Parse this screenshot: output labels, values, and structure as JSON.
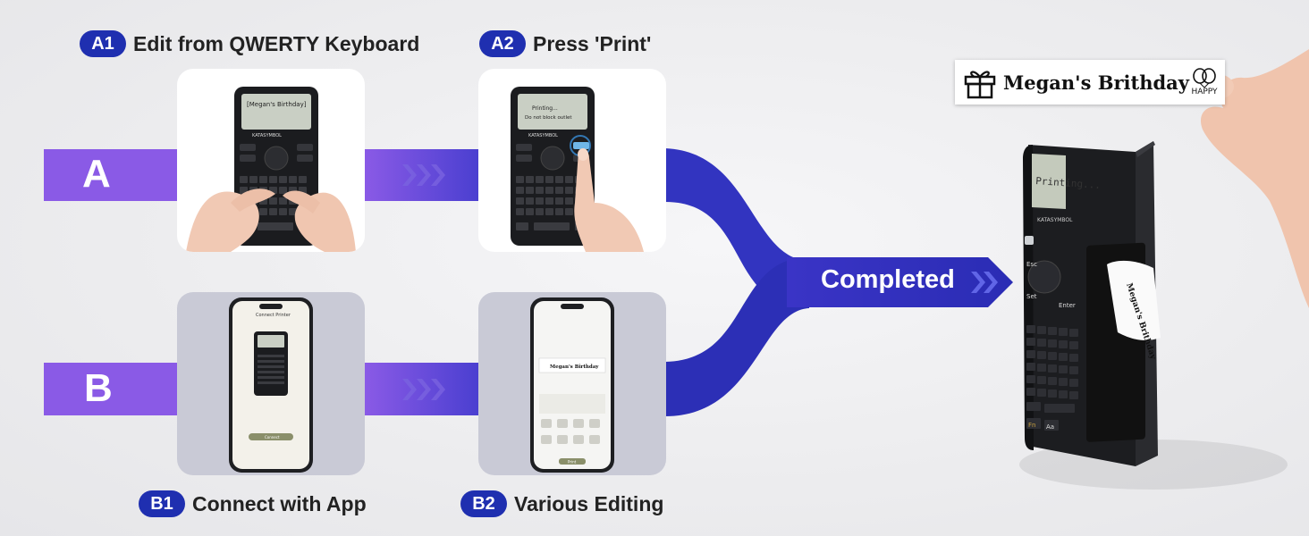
{
  "steps": {
    "a1": {
      "badge": "A1",
      "text": "Edit from QWERTY Keyboard"
    },
    "a2": {
      "badge": "A2",
      "text": "Press 'Print'"
    },
    "b1": {
      "badge": "B1",
      "text": "Connect with App"
    },
    "b2": {
      "badge": "B2",
      "text": "Various Editing"
    }
  },
  "rows": {
    "a": "A",
    "b": "B"
  },
  "result": "Completed",
  "device": {
    "brand": "KATASYMBOL",
    "screen_a1": "[Megan's Birthday]",
    "screen_a2_line1": "Printing...",
    "screen_a2_line2": "Do not block outlet",
    "screen_main": "Printing...",
    "keys": {
      "esc": "Esc",
      "set": "Set",
      "enter": "Enter",
      "fn": "Fn",
      "aa": "Aa"
    }
  },
  "phone_b1": {
    "title": "Connect Printer",
    "button": "Connect"
  },
  "phone_b2": {
    "label": "Megan's Birthday",
    "button": "Print"
  },
  "label_tape": {
    "text": "Megan's Brithday",
    "sub": "HAPPY"
  },
  "colors": {
    "accent": "#1f2fb0",
    "arrow_light": "#8a5ae6",
    "arrow_dark": "#2d2fb8"
  }
}
